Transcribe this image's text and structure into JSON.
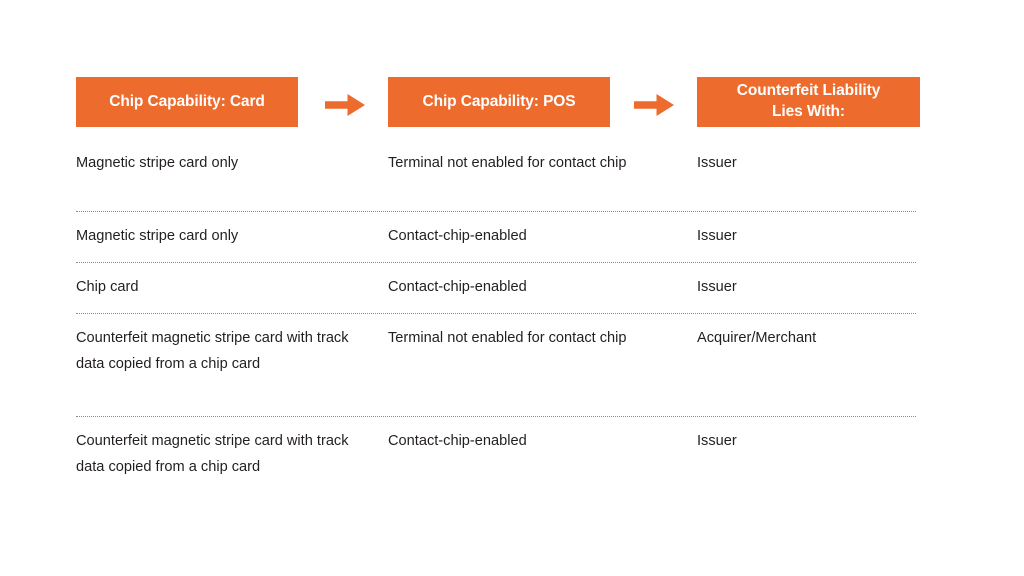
{
  "theme": {
    "accent": "#ec6b2d",
    "text": "#231f20",
    "header_text": "#ffffff",
    "separator": "#8b8b8b",
    "background": "#ffffff"
  },
  "headers": [
    {
      "label": "Chip Capability: Card"
    },
    {
      "label": "Chip Capability: POS"
    },
    {
      "label": "Counterfeit Liability\nLies With:"
    }
  ],
  "arrows": [
    {
      "icon": "arrow-right-icon"
    },
    {
      "icon": "arrow-right-icon"
    }
  ],
  "rows": [
    {
      "card": "Magnetic stripe card only",
      "pos": "Terminal not enabled for contact chip",
      "liability": "Issuer"
    },
    {
      "card": "Magnetic stripe card only",
      "pos": "Contact-chip-enabled",
      "liability": "Issuer"
    },
    {
      "card": "Chip card",
      "pos": "Contact-chip-enabled",
      "liability": "Issuer"
    },
    {
      "card": "Counterfeit magnetic stripe card with track data copied from a chip card",
      "pos": "Terminal not enabled for contact chip",
      "liability": "Acquirer/Merchant"
    },
    {
      "card": "Counterfeit magnetic stripe card with track data copied from a chip card",
      "pos": "Contact-chip-enabled",
      "liability": "Issuer"
    }
  ]
}
